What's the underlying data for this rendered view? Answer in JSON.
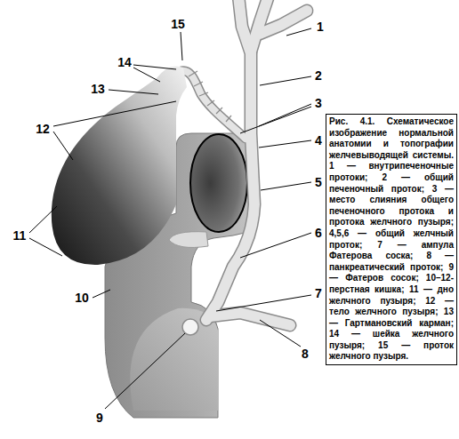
{
  "diagram": {
    "caption": "Рис. 4.1. Схематическое изображение нормальной анатомии и топографии желчевыводящей системы. 1 — внутрипеченочные протоки; 2 — общий печеночный проток; 3 — место слияния общего печеночного протока и протока желчного пузыря; 4,5,6 — общий желчный проток; 7 — ампула Фатерова соска; 8 — панкреатический проток; 9 — Фатеров сосок; 10–12-перстная кишка; 11 — дно желчного пузыря; 12 — тело желчного пузыря; 13 — Гартмановский карман; 14 — шейка желчного пузыря; 15 — проток желчного пузыря.",
    "labels": [
      "15",
      "1",
      "14",
      "2",
      "13",
      "3",
      "12",
      "4",
      "5",
      "11",
      "6",
      "10",
      "7",
      "8",
      "9"
    ]
  }
}
